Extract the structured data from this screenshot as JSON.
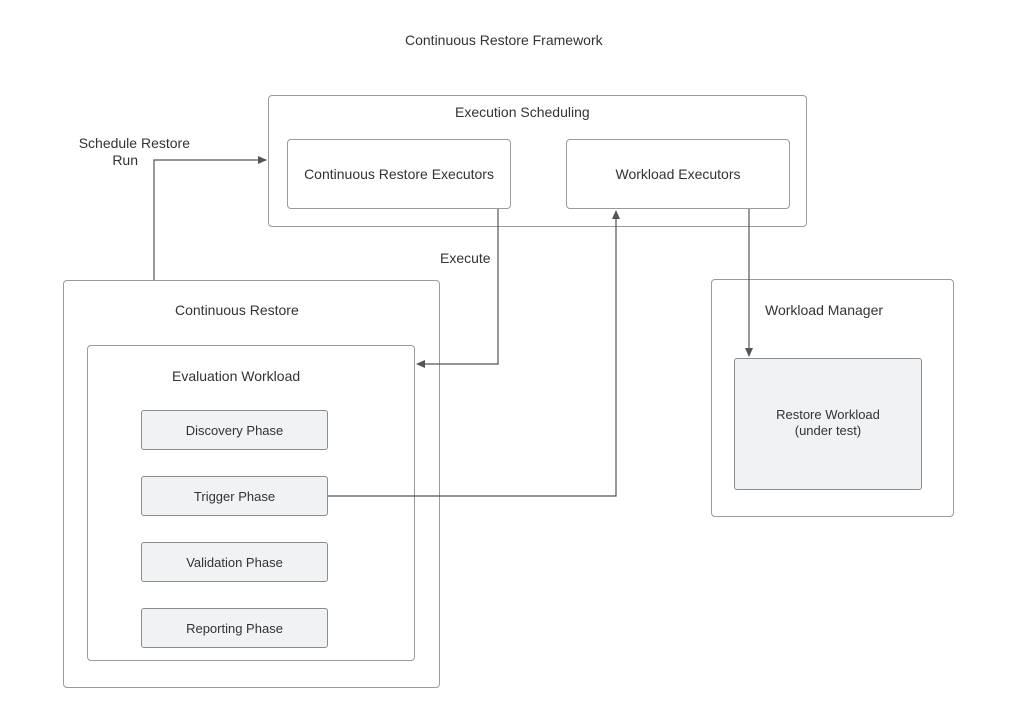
{
  "diagram": {
    "title": "Continuous Restore Framework",
    "execution_scheduling": {
      "title": "Execution Scheduling",
      "continuous_restore_executors": "Continuous Restore Executors",
      "workload_executors": "Workload Executors"
    },
    "continuous_restore": {
      "title": "Continuous Restore",
      "evaluation_workload": {
        "title": "Evaluation Workload",
        "phases": [
          "Discovery Phase",
          "Trigger Phase",
          "Validation Phase",
          "Reporting Phase"
        ]
      }
    },
    "workload_manager": {
      "title": "Workload Manager",
      "restore_workload_line1": "Restore Workload",
      "restore_workload_line2": "(under test)"
    },
    "edges": {
      "schedule_line1": "Schedule Restore",
      "schedule_line2": "Run",
      "execute": "Execute"
    },
    "colors": {
      "border": "#9a9a9a",
      "phase_fill": "#f1f2f4",
      "connector": "#555555"
    }
  }
}
